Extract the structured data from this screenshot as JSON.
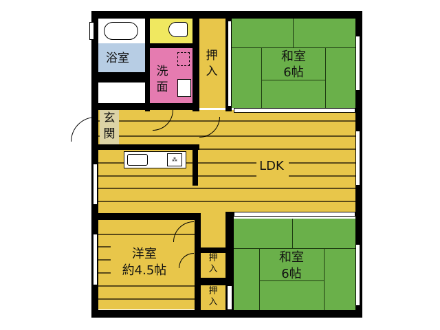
{
  "floorplan": {
    "rooms": {
      "bath": {
        "label": "浴室",
        "color": "#b7cde4"
      },
      "washroom": {
        "label": "洗\n面",
        "line1": "洗",
        "line2": "面",
        "color": "#e57bb0"
      },
      "toilet": {
        "label": "",
        "color": "#f0e860"
      },
      "closet_top": {
        "line1": "押",
        "line2": "入",
        "color": "#e8c64a"
      },
      "washitsu_top": {
        "line1": "和室",
        "line2": "6帖",
        "color": "#6ab04a"
      },
      "entrance": {
        "line1": "玄",
        "line2": "関",
        "color": "#dcd3a6"
      },
      "ldk": {
        "label": "LDK",
        "color": "#e8c64a"
      },
      "yoshitsu": {
        "line1": "洋室",
        "line2": "約4.5帖",
        "color": "#e8c64a"
      },
      "closet_mid": {
        "line1": "押",
        "line2": "入"
      },
      "closet_bottom": {
        "line1": "押",
        "line2": "入"
      },
      "washitsu_bottom": {
        "line1": "和室",
        "line2": "6帖",
        "color": "#6ab04a"
      }
    },
    "wall_color": "#000000"
  }
}
